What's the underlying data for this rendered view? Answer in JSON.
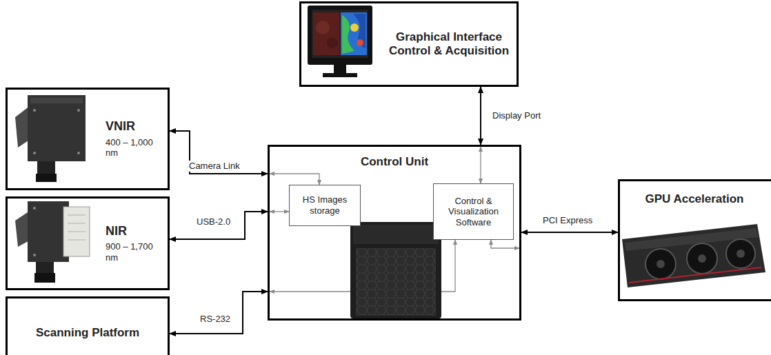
{
  "diagram": {
    "nodes": [
      {
        "text": [
          "Graphical Interface Control & Acquisition"
        ]
      },
      {
        "text": [
          "VNIR",
          "400 – 1,000 nm"
        ]
      },
      {
        "text": [
          "Control Unit"
        ]
      },
      {
        "text": [
          "HS Images storage"
        ],
        "in": 2
      },
      {
        "text": [
          "Control & Visualization Software"
        ],
        "in": 2
      },
      {
        "text": [
          "GPU Acceleration"
        ]
      },
      {
        "text": [
          "NIR",
          "900 – 1,700 nm"
        ]
      },
      {
        "text": [
          "Scanning Platform"
        ]
      }
    ],
    "edges": [
      {
        "from": 1,
        "to": 2,
        "label": "Camera Link",
        "arrow": "both"
      },
      {
        "from": 6,
        "to": 2,
        "label": "USB-2.0",
        "arrow": "both"
      },
      {
        "from": 7,
        "to": 2,
        "label": "RS-232",
        "arrow": "both"
      },
      {
        "from": 0,
        "to": 2,
        "label": "Display Port",
        "arrow": "both"
      },
      {
        "from": 2,
        "to": 5,
        "label": "PCI Express",
        "arrow": "both"
      },
      {
        "from": 2,
        "to": 3,
        "arrow": "both"
      },
      {
        "from": 2,
        "to": 3,
        "arrow": "both"
      },
      {
        "from": 2,
        "to": 4,
        "arrow": "both"
      },
      {
        "from": 2,
        "to": 4,
        "arrow": "both"
      },
      {
        "from": 4,
        "to": 2,
        "arrow": "both"
      }
    ]
  }
}
